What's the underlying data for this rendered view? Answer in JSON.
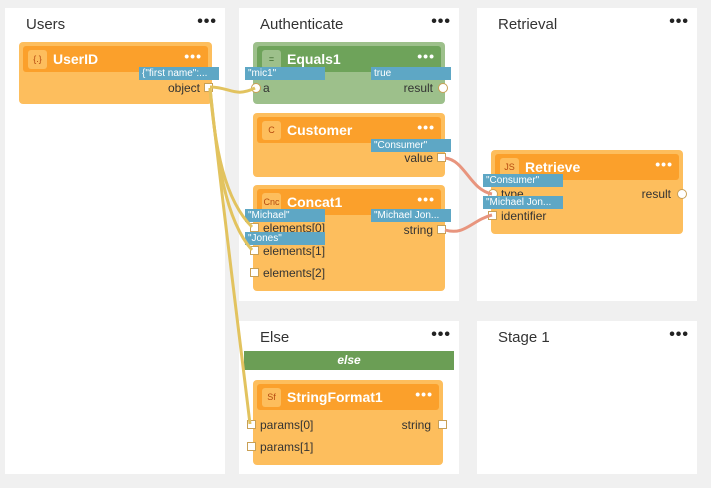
{
  "colors": {
    "node_orange": "#fdbe5d",
    "header_orange": "#fba02b",
    "node_green": "#9dc08b",
    "header_green": "#6ea35a",
    "tooltip_blue": "#5ea7c5",
    "wire_yellow": "#e2c35f",
    "wire_red": "#e8957e"
  },
  "panels": {
    "users": {
      "title": "Users",
      "menu": "•••"
    },
    "authenticate": {
      "title": "Authenticate",
      "menu": "•••"
    },
    "retrieval": {
      "title": "Retrieval",
      "menu": "•••"
    },
    "else": {
      "title": "Else",
      "menu": "•••",
      "banner": "else"
    },
    "stage1": {
      "title": "Stage 1",
      "menu": "•••"
    }
  },
  "nodes": {
    "userid": {
      "icon": "{.}",
      "name": "UserID",
      "menu": "•••",
      "output_label": "object",
      "output_tip": "{\"first name\":..."
    },
    "equals1": {
      "icon": "=",
      "name": "Equals1",
      "menu": "•••",
      "input_label": "a",
      "input_tip": "\"mic1\"",
      "output_label": "result",
      "output_tip": "true"
    },
    "customer": {
      "icon": "C",
      "name": "Customer",
      "menu": "•••",
      "output_label": "value",
      "output_tip": "\"Consumer\""
    },
    "concat1": {
      "icon": "Cnc",
      "name": "Concat1",
      "menu": "•••",
      "inputs": [
        "elements[0]",
        "elements[1]",
        "elements[2]"
      ],
      "input_tips": [
        "\"Michael\"",
        "\"Jones\""
      ],
      "output_label": "string",
      "output_tip": "\"Michael Jon..."
    },
    "retrieve": {
      "icon": "JS",
      "name": "Retrieve",
      "menu": "•••",
      "inputs": [
        "type",
        "identifier"
      ],
      "input_tips": [
        "\"Consumer\"",
        "\"Michael Jon..."
      ],
      "output_label": "result"
    },
    "stringformat1": {
      "icon": "Sf",
      "name": "StringFormat1",
      "menu": "•••",
      "inputs": [
        "params[0]",
        "params[1]"
      ],
      "output_label": "string"
    }
  }
}
